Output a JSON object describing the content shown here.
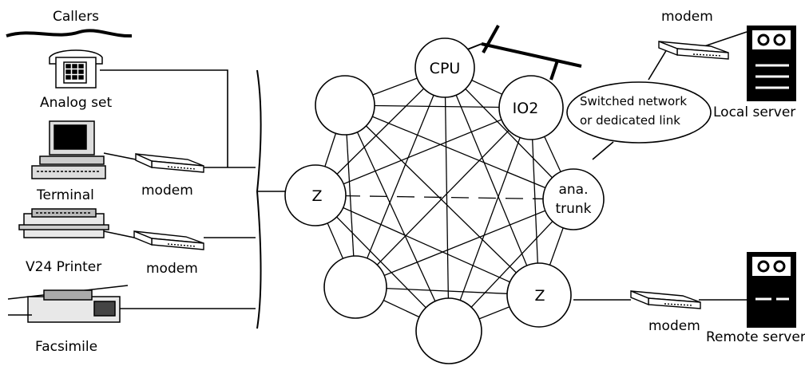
{
  "labels": {
    "callers": "Callers",
    "analog_set": "Analog set",
    "terminal": "Terminal",
    "modem_terminal": "modem",
    "printer": "V24 Printer",
    "modem_printer": "modem",
    "facsimile": "Facsimile",
    "modem_local": "modem",
    "local_server": "Local server",
    "modem_remote": "modem",
    "remote_server": "Remote server",
    "network_line1": "Switched  network",
    "network_line2": "or dedicated link"
  },
  "nodes": {
    "cpu": "CPU",
    "io2": "IO2",
    "z_left": "Z",
    "ana_line1": "ana.",
    "ana_line2": "trunk",
    "z_right": "Z"
  }
}
